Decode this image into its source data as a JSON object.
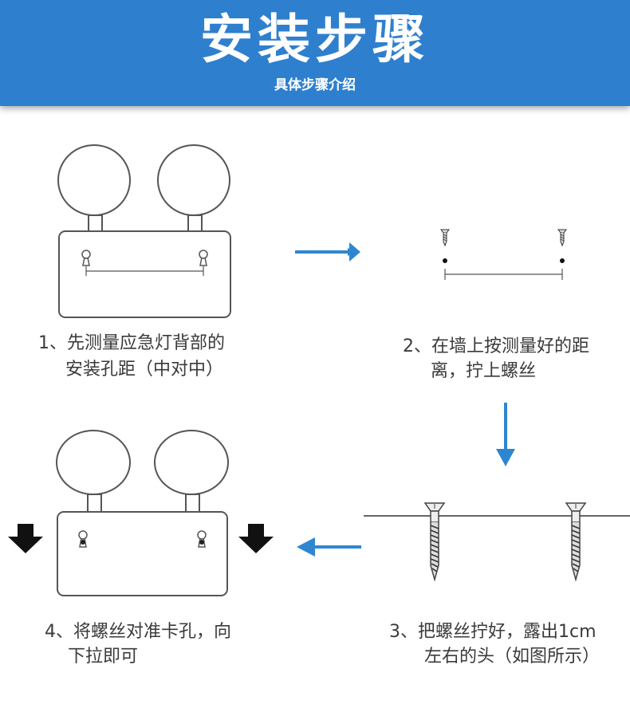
{
  "header": {
    "title": "安装步骤",
    "subtitle": "具体步骤介绍"
  },
  "steps": [
    {
      "line1": "1、先测量应急灯背部的",
      "line2": "安装孔距（中对中）"
    },
    {
      "line1": "2、在墙上按测量好的距",
      "line2": "离，拧上螺丝"
    },
    {
      "line1": "3、把螺丝拧好，露出1cm",
      "line2": "左右的头（如图所示）"
    },
    {
      "line1": "4、将螺丝对准卡孔，向",
      "line2": "下拉即可"
    }
  ],
  "colors": {
    "header_bg": "#2f7fcf",
    "arrow": "#2f86d0",
    "outline": "#555555"
  }
}
